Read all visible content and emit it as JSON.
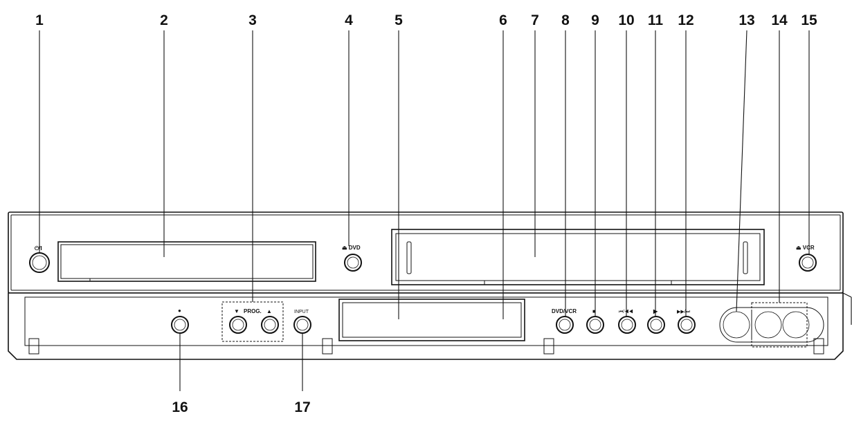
{
  "callouts": {
    "c1": "1",
    "c2": "2",
    "c3": "3",
    "c4": "4",
    "c5": "5",
    "c6": "6",
    "c7": "7",
    "c8": "8",
    "c9": "9",
    "c10": "10",
    "c11": "11",
    "c12": "12",
    "c13": "13",
    "c14": "14",
    "c15": "15",
    "c16": "16",
    "c17": "17"
  },
  "panel_labels": {
    "power": "⏻/I",
    "dvd_eject": "⏏ DVD",
    "vcr_eject": "⏏ VCR",
    "record": "●",
    "prog_down": "▼",
    "prog": "PROG.",
    "prog_up": "▲",
    "input": "INPUT",
    "dvd_vcr": "DVD/VCR",
    "stop": "■",
    "rewind": "⏮/◀◀",
    "play": "▶",
    "forward": "▶▶/⏭"
  }
}
